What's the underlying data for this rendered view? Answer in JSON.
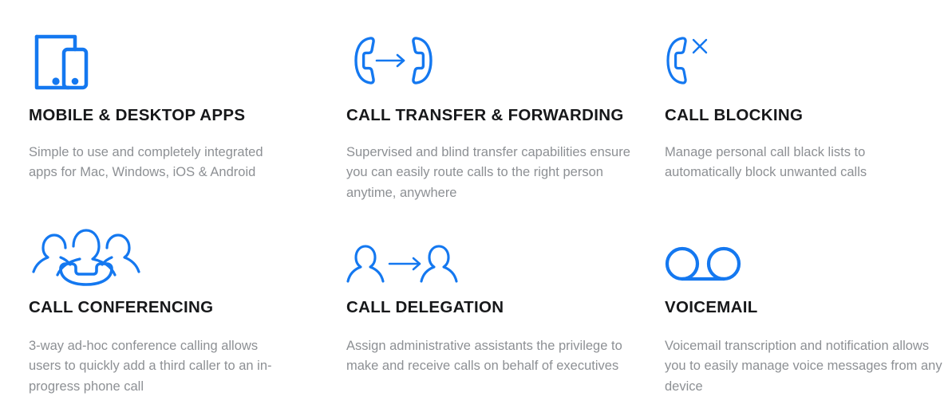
{
  "theme": {
    "accent_blue": "#1478F0",
    "title_color": "#17181a",
    "body_color": "#8d9094",
    "background": "#ffffff"
  },
  "features": [
    {
      "icon": "devices-phone-tablet-icon",
      "title": "MOBILE & DESKTOP APPS",
      "description": "Simple to use and completely integrated apps for Mac, Windows, iOS & Android"
    },
    {
      "icon": "call-transfer-handsets-arrow-icon",
      "title": "CALL TRANSFER & FORWARDING",
      "description": "Supervised and blind transfer capabilities ensure you can easily route calls to the right person anytime, anywhere"
    },
    {
      "icon": "call-blocking-handset-x-icon",
      "title": "CALL BLOCKING",
      "description": "Manage personal call black lists to automatically block unwanted calls"
    },
    {
      "icon": "call-conferencing-people-handset-icon",
      "title": "CALL CONFERENCING",
      "description": "3-way ad-hoc conference calling allows users to quickly add a third caller to an in-progress phone call"
    },
    {
      "icon": "call-delegation-people-arrow-icon",
      "title": "CALL DELEGATION",
      "description": "Assign administrative assistants the privilege to make and receive calls on behalf of executives"
    },
    {
      "icon": "voicemail-tape-reels-icon",
      "title": "VOICEMAIL",
      "description": "Voicemail transcription and notification allows you to easily manage voice messages from any device"
    }
  ]
}
